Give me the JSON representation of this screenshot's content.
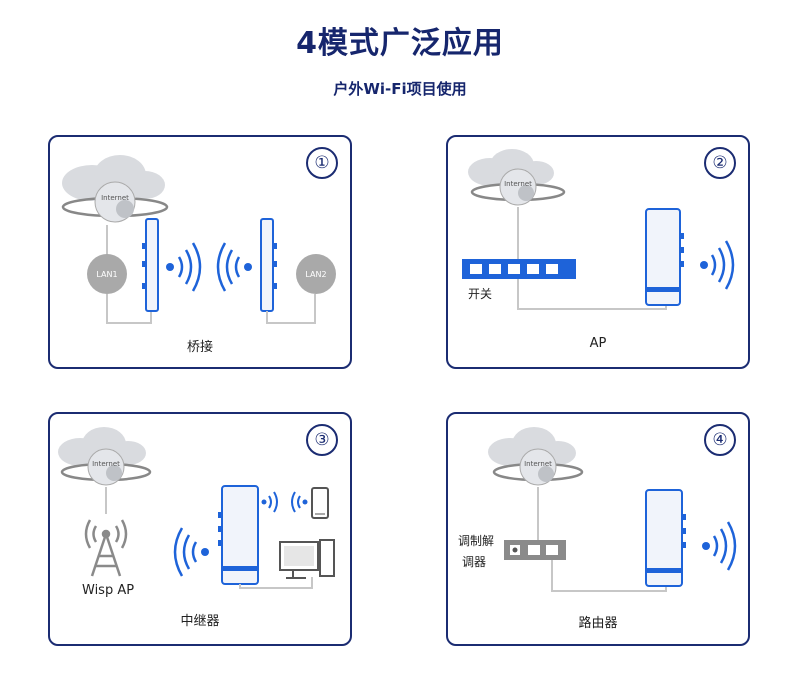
{
  "header": {
    "title": "4模式广泛应用",
    "subtitle": "户外Wi-Fi项目使用"
  },
  "panels": [
    {
      "number": "①",
      "caption": "桥接",
      "internet": "Internet",
      "lan1": "LAN1",
      "lan2": "LAN2"
    },
    {
      "number": "②",
      "caption": "AP",
      "internet": "Internet",
      "switch_label": "开关"
    },
    {
      "number": "③",
      "caption": "中继器",
      "internet": "Internet",
      "wisp_label": "Wisp AP"
    },
    {
      "number": "④",
      "caption": "路由器",
      "internet": "Internet",
      "modem_label_1": "调制解",
      "modem_label_2": "调器"
    }
  ],
  "colors": {
    "title": "#16266d",
    "border": "#1b2c72",
    "wifi": "#1e63d9",
    "cloud": "#d6d8dc",
    "lan_circle": "#a9a9a9",
    "switch": "#1e63d9",
    "line": "#c7c7c7"
  }
}
